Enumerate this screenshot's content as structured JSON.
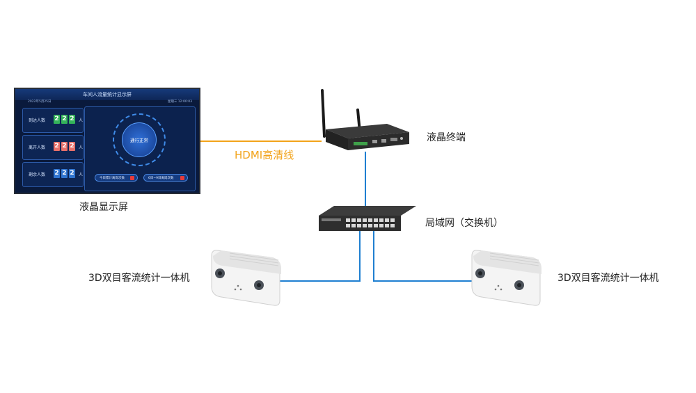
{
  "labels": {
    "display": "液晶显示屏",
    "terminal": "液晶终端",
    "switch": "局域网（交换机）",
    "camera_left": "3D双目客流统计一体机",
    "camera_right": "3D双目客流统计一体机",
    "hdmi": "HDMI高清线"
  },
  "screen": {
    "title": "车间人流量统计显示屏",
    "date": "2022年5月25日",
    "time": "星期三  12:00:03",
    "status": "通行正常",
    "rows": [
      {
        "label": "到达人数",
        "digits": [
          "2",
          "2",
          "2"
        ],
        "unit": "人",
        "color": "#34b35a"
      },
      {
        "label": "离开人数",
        "digits": [
          "2",
          "2",
          "2"
        ],
        "unit": "人",
        "color": "#e8706a"
      },
      {
        "label": "剩余人数",
        "digits": [
          "2",
          "2",
          "2"
        ],
        "unit": "人",
        "color": "#2f74d0"
      }
    ],
    "pills": [
      "今日累计离岗次数",
      "6日~9日离岗次数"
    ]
  },
  "colors": {
    "hdmi_line": "#f2a31a",
    "network_line": "#1f7fd1"
  }
}
